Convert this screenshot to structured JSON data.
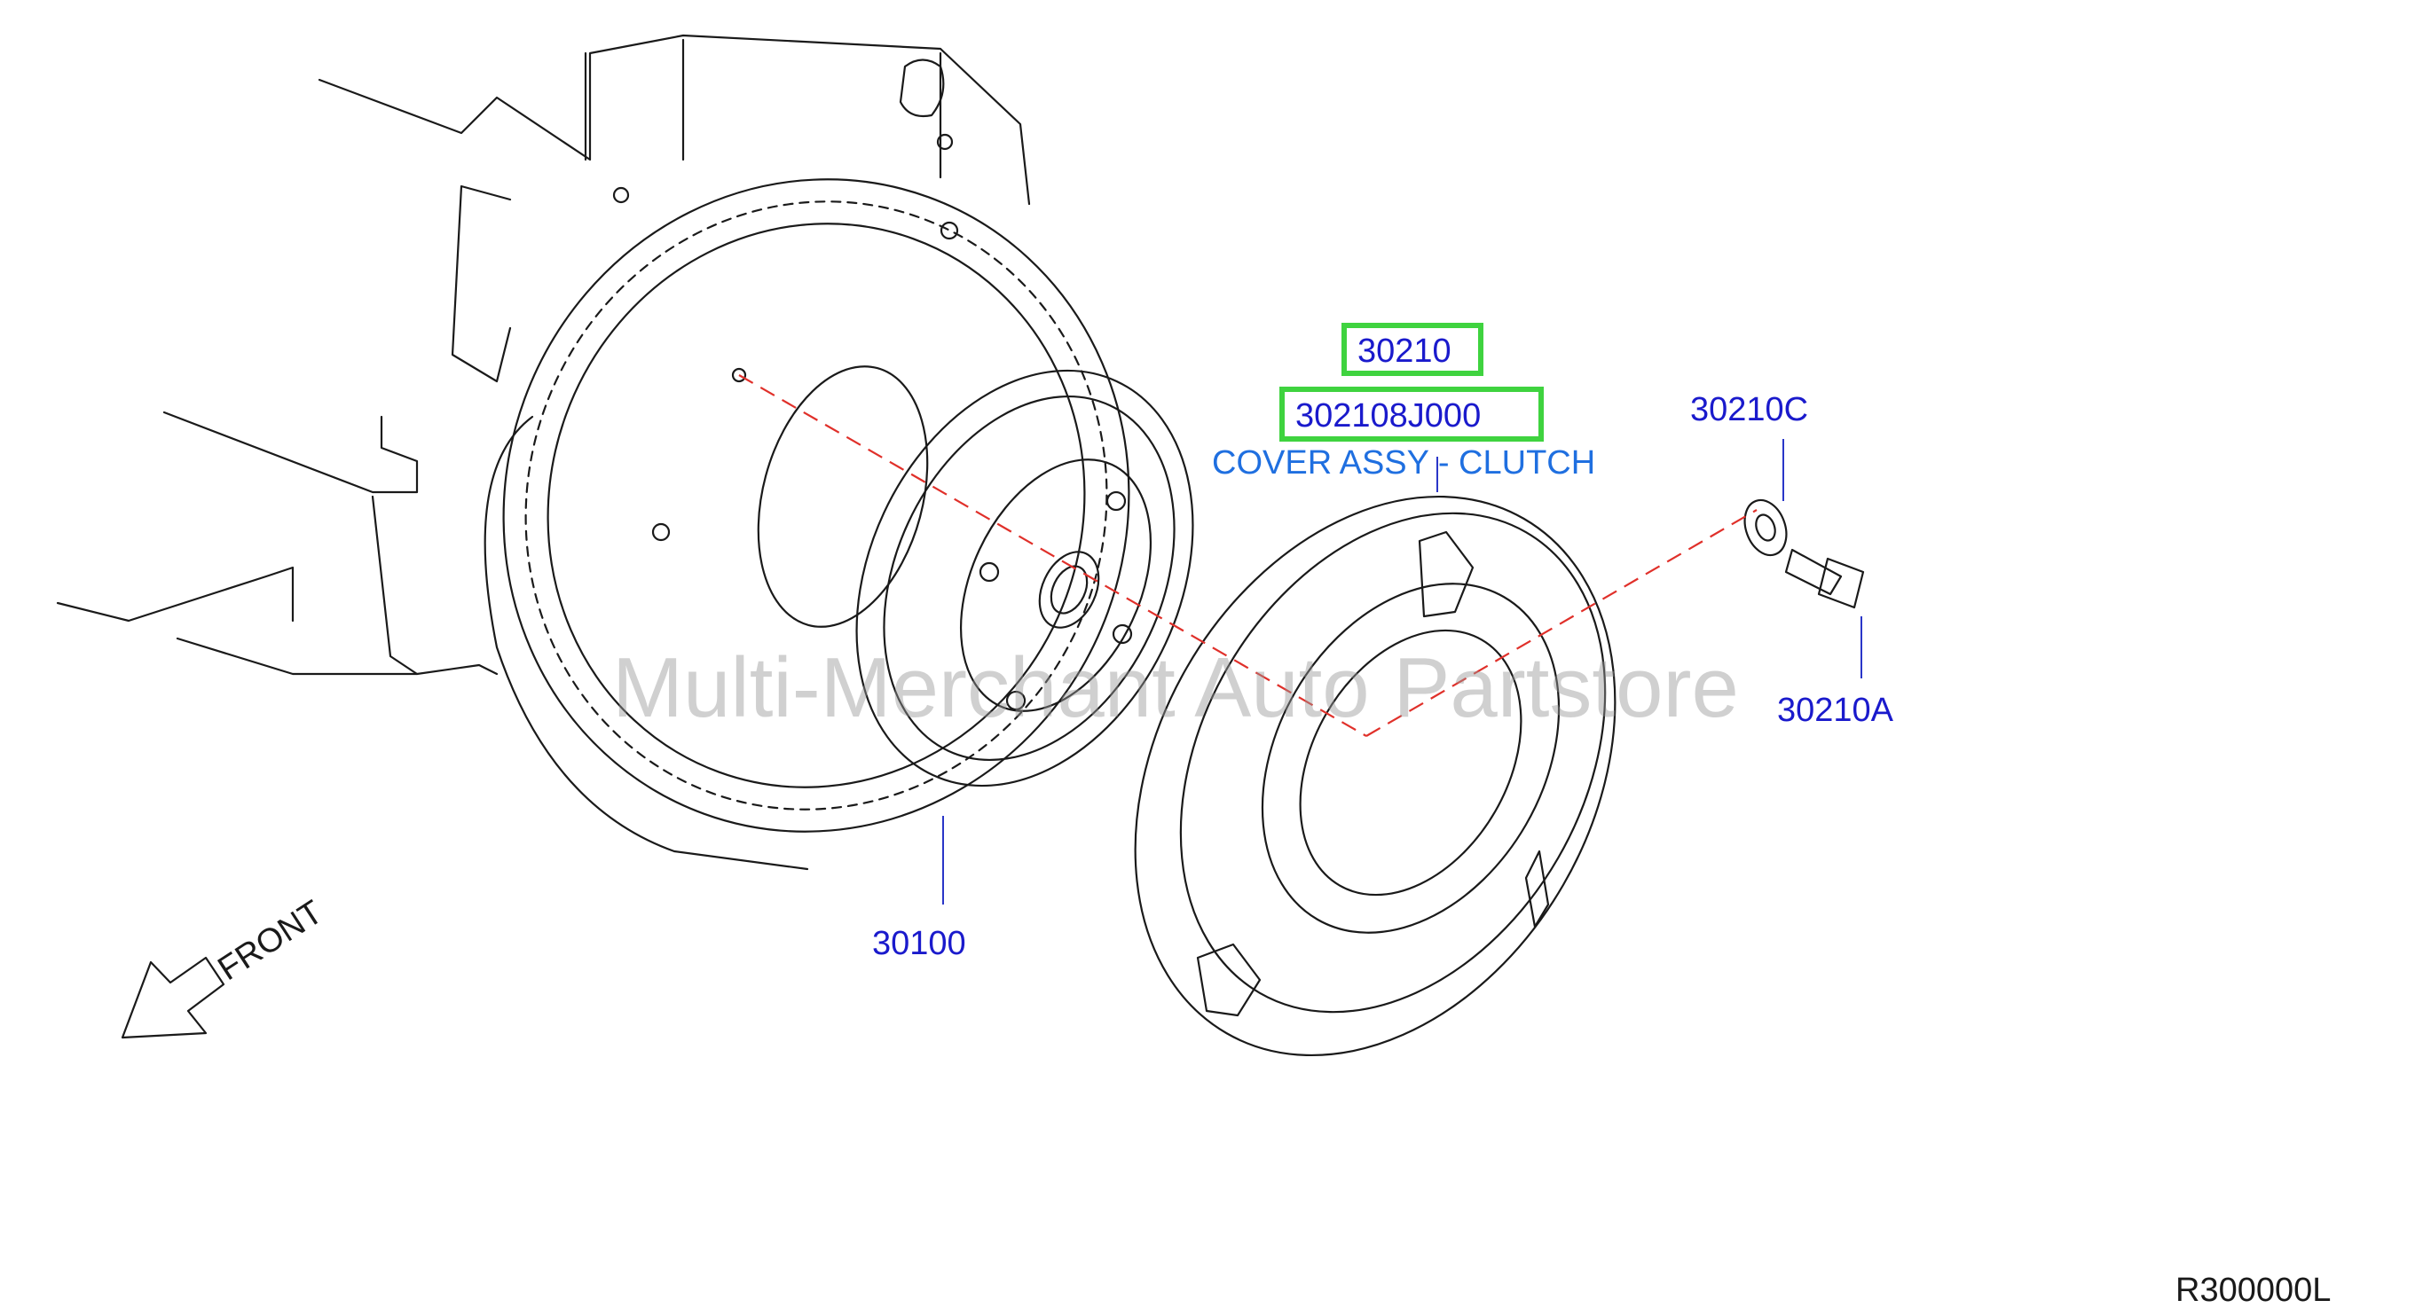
{
  "diagram": {
    "callouts": {
      "assembly_ref": "30210",
      "part_number": "302108J000",
      "description": "COVER ASSY - CLUTCH",
      "disc": "30100",
      "washer": "30210C",
      "bolt": "30210A"
    },
    "direction_label": "FRONT",
    "figure_code": "R300000L",
    "watermark": "Multi-Merchant Auto Partstore"
  },
  "colors": {
    "callout_text": "#1a1acc",
    "description_text": "#1f6fe0",
    "highlight": "#3fd33f",
    "centerline": "#e0302a"
  }
}
